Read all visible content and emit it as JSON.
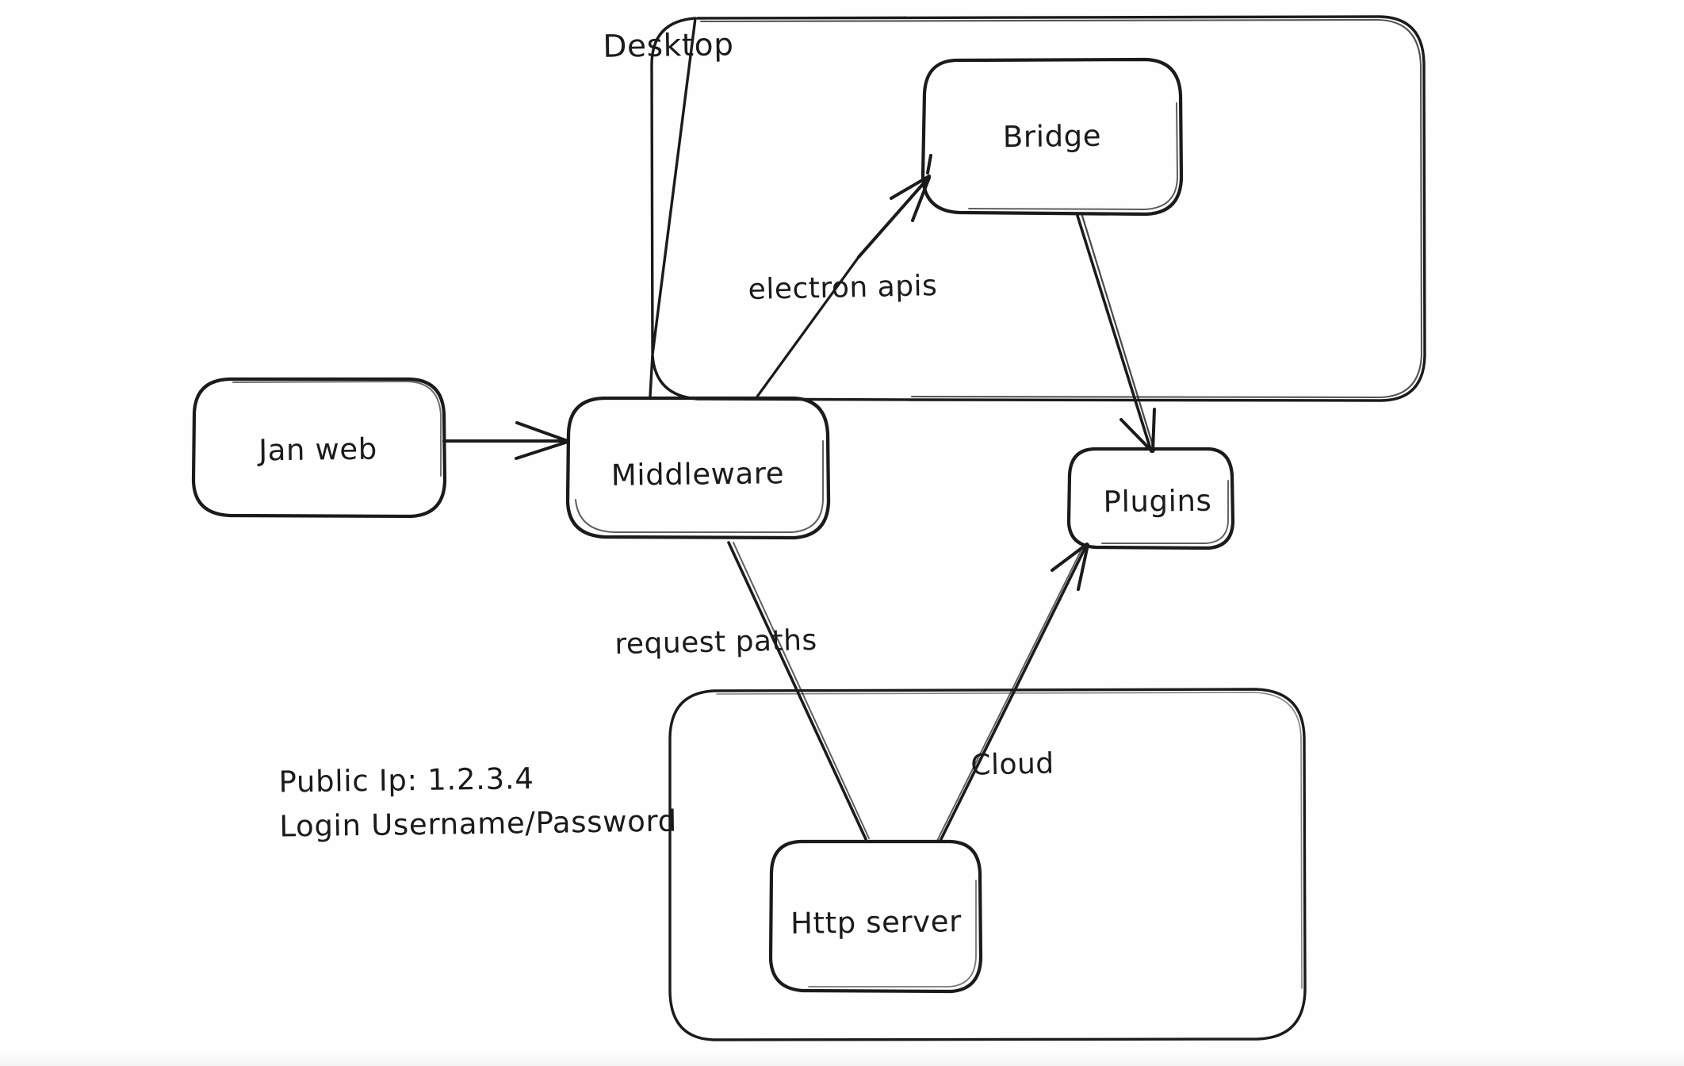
{
  "diagram": {
    "title_visible": false,
    "style": "hand-drawn whiteboard architecture diagram",
    "stroke_color": "#1b1b1b",
    "background_color": "#fefefe",
    "groups": [
      {
        "id": "desktop",
        "label": "Desktop"
      },
      {
        "id": "cloud",
        "label": ""
      }
    ],
    "nodes": [
      {
        "id": "jan-web",
        "label": "Jan web"
      },
      {
        "id": "middleware",
        "label": "Middleware"
      },
      {
        "id": "bridge",
        "label": "Bridge"
      },
      {
        "id": "plugins",
        "label": "Plugins"
      },
      {
        "id": "http-server",
        "label": "Http server"
      }
    ],
    "edges": [
      {
        "id": "jan-to-middleware",
        "from": "jan-web",
        "to": "middleware",
        "label": ""
      },
      {
        "id": "middleware-to-bridge",
        "from": "middleware",
        "to": "bridge",
        "label": "electron apis"
      },
      {
        "id": "bridge-to-plugins",
        "from": "bridge",
        "to": "plugins",
        "label": ""
      },
      {
        "id": "middleware-to-http",
        "from": "middleware",
        "to": "http-server",
        "label": "request paths"
      },
      {
        "id": "http-to-plugins",
        "from": "http-server",
        "to": "plugins",
        "label": "Cloud"
      }
    ],
    "notes": [
      "Public Ip: 1.2.3.4",
      "Login Username/Password"
    ]
  }
}
